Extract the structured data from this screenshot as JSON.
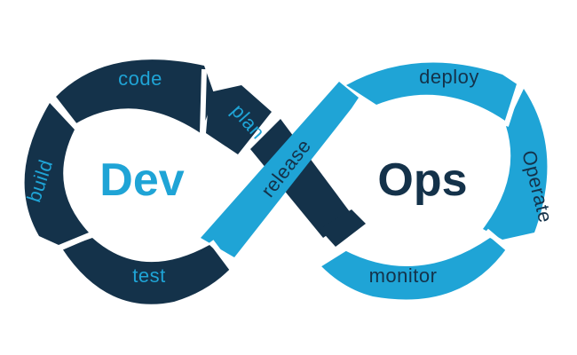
{
  "colors": {
    "dark": "#14324a",
    "light": "#1fa4d6",
    "white": "#ffffff"
  },
  "titles": {
    "dev": "Dev",
    "ops": "Ops"
  },
  "stages": {
    "code": "code",
    "build": "build",
    "test": "test",
    "plan": "plan",
    "release": "release",
    "deploy": "deploy",
    "operate": "Operate",
    "monitor": "monitor"
  }
}
